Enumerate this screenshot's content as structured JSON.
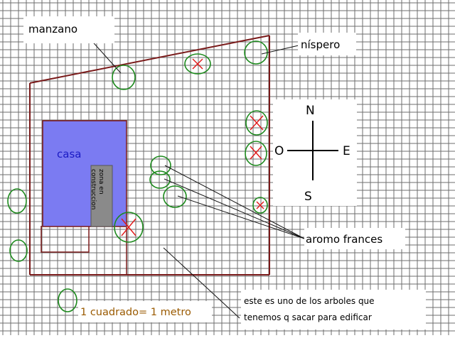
{
  "labels": {
    "manzano": "manzano",
    "nispero": "níspero",
    "casa": "casa",
    "zona_line1": "zona en",
    "zona_line2": "construccion",
    "aromo": "aromo frances",
    "scale": "1 cuadrado= 1 metro",
    "note_line1": "este es uno de los arboles que",
    "note_line2": "tenemos q sacar para edificar"
  },
  "compass": {
    "north": "N",
    "south": "S",
    "east": "E",
    "west": "O"
  },
  "colors": {
    "background": "#ffffff",
    "grid": "#6d6d6d",
    "boundary": "#7a1a1a",
    "house_fill": "#7b7bf2",
    "house_text": "#1a1ac4",
    "construction_fill": "#8a8a8a",
    "tree_circle": "#1d8a1d",
    "tree_cross": "#e01818",
    "annotation_line": "#111111",
    "scale_text": "#9a5a00"
  },
  "legend": {
    "grid_unit": "1 cuadrado= 1 metro"
  }
}
